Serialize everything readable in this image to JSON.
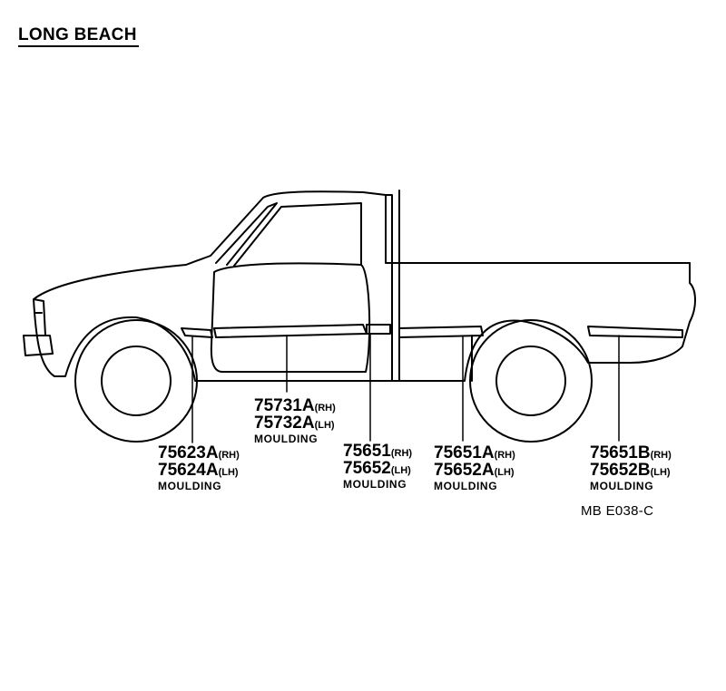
{
  "title": "LONG BEACH",
  "figure_code": "MB E038-C",
  "callouts": [
    {
      "lines": [
        {
          "num": "75731A",
          "side": "(RH)"
        },
        {
          "num": "75732A",
          "side": "(LH)"
        }
      ],
      "desc": "MOULDING"
    },
    {
      "lines": [
        {
          "num": "75623A",
          "side": "(RH)"
        },
        {
          "num": "75624A",
          "side": "(LH)"
        }
      ],
      "desc": "MOULDING"
    },
    {
      "lines": [
        {
          "num": "75651",
          "side": "(RH)"
        },
        {
          "num": "75652",
          "side": "(LH)"
        }
      ],
      "desc": "MOULDING"
    },
    {
      "lines": [
        {
          "num": "75651A",
          "side": "(RH)"
        },
        {
          "num": "75652A",
          "side": "(LH)"
        }
      ],
      "desc": "MOULDING"
    },
    {
      "lines": [
        {
          "num": "75651B",
          "side": "(RH)"
        },
        {
          "num": "75652B",
          "side": "(LH)"
        }
      ],
      "desc": "MOULDING"
    }
  ]
}
